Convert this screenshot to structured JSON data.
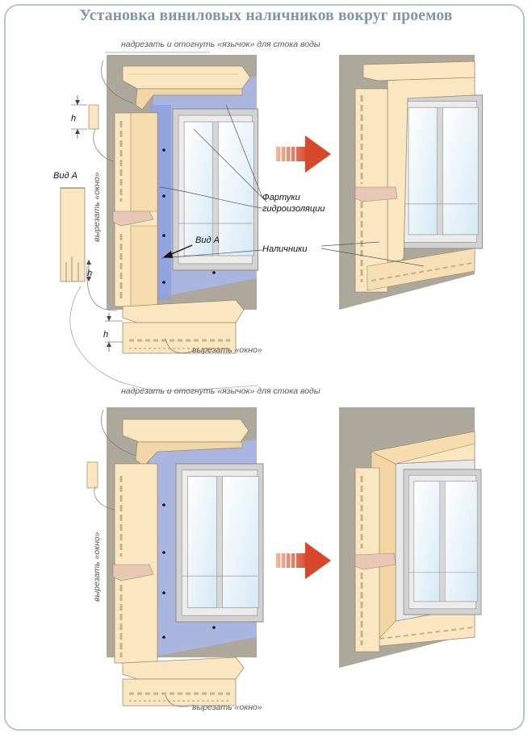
{
  "title": "Установка виниловых наличников вокруг проемов",
  "labels": {
    "cut_tongue_top": "надрезать и отогнуть «язычок» для стока воды",
    "cut_tongue_bottom": "надрезать и отогнуть «язычок» для стока воды",
    "cut_window_side_top": "вырезать «окно»",
    "cut_window_bottom_top": "вырезать «окно»",
    "cut_window_side_bottom": "вырезать «окно»",
    "cut_window_bottom_bottom": "вырезать «окно»",
    "view_a_title": "Вид А",
    "view_a_pointer": "Вид А",
    "flashing_line1": "Фартуки",
    "flashing_line2": "гидроизоляции",
    "casings": "Наличники",
    "h1": "h",
    "h2": "h",
    "h3": "h"
  },
  "colors": {
    "title": "#8294a8",
    "wall": "#aea79b",
    "trim": "#fbe6c2",
    "membrane": "#a9b6e6",
    "frame": "#cfcfcf",
    "glass": "#eaf4fb",
    "arrow": "#d85a3c"
  }
}
